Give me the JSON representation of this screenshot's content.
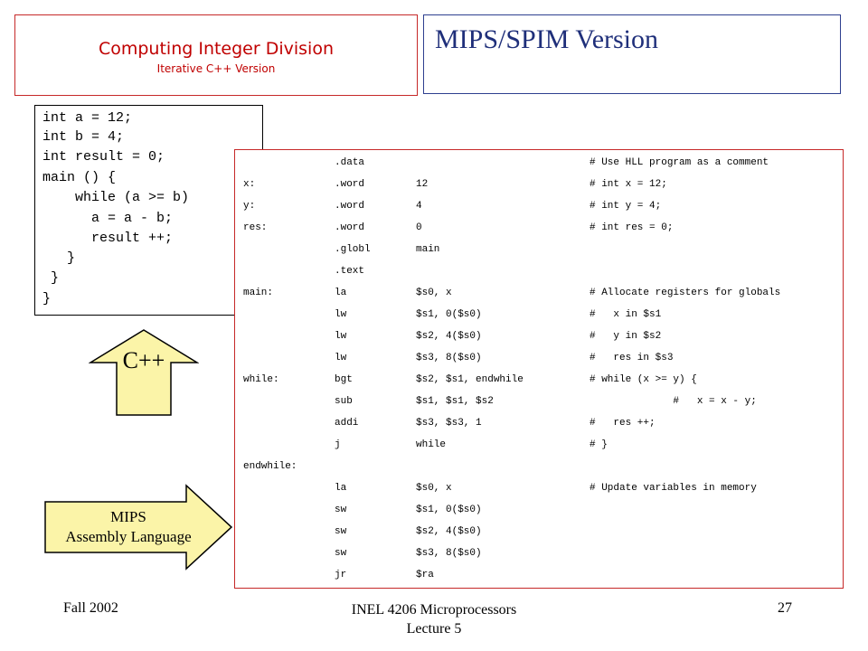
{
  "title": {
    "main": "Computing Integer Division",
    "sub": "Iterative C++ Version"
  },
  "mips_title": "MIPS/SPIM Version",
  "cpp_code": [
    "int a = 12;",
    "int b = 4;",
    "int result = 0;",
    "main () {",
    "    while (a >= b)",
    "      a = a - b;",
    "      result ++;",
    "   }",
    " }",
    "}"
  ],
  "asm_rows": [
    {
      "label": "",
      "op": ".data",
      "args": "",
      "comment": "# Use HLL program as a comment"
    },
    {
      "label": "x:",
      "op": ".word",
      "args": "12",
      "comment": "# int x = 12;"
    },
    {
      "label": "y:",
      "op": ".word",
      "args": "4",
      "comment": "# int y = 4;"
    },
    {
      "label": "res:",
      "op": ".word",
      "args": "0",
      "comment": "# int res = 0;"
    },
    {
      "label": "",
      "op": ".globl",
      "args": "main",
      "comment": ""
    },
    {
      "label": "",
      "op": ".text",
      "args": "",
      "comment": ""
    },
    {
      "label": "main:",
      "op": "la",
      "args": "$s0, x",
      "comment": "# Allocate registers for globals"
    },
    {
      "label": "",
      "op": "lw",
      "args": "$s1, 0($s0)",
      "comment": "#   x in $s1"
    },
    {
      "label": "",
      "op": "lw",
      "args": "$s2, 4($s0)",
      "comment": "#   y in $s2"
    },
    {
      "label": "",
      "op": "lw",
      "args": "$s3, 8($s0)",
      "comment": "#   res in $s3"
    },
    {
      "label": "while:",
      "op": "bgt",
      "args": "$s2, $s1, endwhile",
      "comment": "# while (x >= y) {"
    },
    {
      "label": "",
      "op": "sub",
      "args": "$s1, $s1, $s2",
      "comment": "              #   x = x - y;"
    },
    {
      "label": "",
      "op": "addi",
      "args": "$s3, $s3, 1",
      "comment": "#   res ++;"
    },
    {
      "label": "",
      "op": "j",
      "args": "while",
      "comment": "# }"
    },
    {
      "label": "endwhile:",
      "op": "",
      "args": "",
      "comment": ""
    },
    {
      "label": "",
      "op": "la",
      "args": "$s0, x",
      "comment": "# Update variables in memory"
    },
    {
      "label": "",
      "op": "sw",
      "args": "$s1, 0($s0)",
      "comment": ""
    },
    {
      "label": "",
      "op": "sw",
      "args": "$s2, 4($s0)",
      "comment": ""
    },
    {
      "label": "",
      "op": "sw",
      "args": "$s3, 8($s0)",
      "comment": ""
    },
    {
      "label": "",
      "op": "jr",
      "args": "$ra",
      "comment": ""
    }
  ],
  "cpp_arrow_label": "C++",
  "mips_arrow_label": [
    "MIPS",
    "Assembly Language"
  ],
  "footer": {
    "left": "Fall 2002",
    "center": [
      "INEL 4206 Microprocessors",
      "Lecture 5"
    ],
    "right": "27"
  },
  "colors": {
    "title_text": "#c00000",
    "title_border": "#c62828",
    "mips_title_text": "#1f2f7a",
    "mips_border": "#2e3f8f",
    "arrow_fill": "#fbf4a8",
    "asm_border": "#c62828"
  }
}
